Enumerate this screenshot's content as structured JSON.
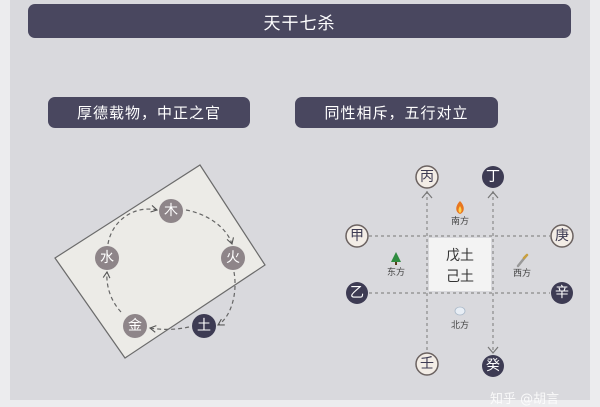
{
  "title": "天干七杀",
  "left_section": {
    "heading": "厚德载物，中正之官",
    "cycle": [
      {
        "label": "木",
        "style": "gray"
      },
      {
        "label": "火",
        "style": "gray"
      },
      {
        "label": "土",
        "style": "dark"
      },
      {
        "label": "金",
        "style": "gray"
      },
      {
        "label": "水",
        "style": "gray"
      }
    ]
  },
  "right_section": {
    "heading": "同性相斥，五行对立",
    "stems": {
      "bing": {
        "label": "丙",
        "style": "light"
      },
      "ding": {
        "label": "丁",
        "style": "dark"
      },
      "jia": {
        "label": "甲",
        "style": "light"
      },
      "geng": {
        "label": "庚",
        "style": "light"
      },
      "yi": {
        "label": "乙",
        "style": "dark"
      },
      "xin": {
        "label": "辛",
        "style": "dark"
      },
      "ren": {
        "label": "壬",
        "style": "light"
      },
      "gui": {
        "label": "癸",
        "style": "dark"
      }
    },
    "center": {
      "line1": "戊土",
      "line2": "己土"
    },
    "directions": {
      "south": {
        "label": "南方",
        "icon": "fire-icon"
      },
      "east": {
        "label": "东方",
        "icon": "tree-icon"
      },
      "west": {
        "label": "西方",
        "icon": "metal-icon"
      },
      "north": {
        "label": "北方",
        "icon": "water-icon"
      }
    }
  },
  "watermark": "知乎 @胡言",
  "colors": {
    "dark": "#3d3b53",
    "gray": "#8e8589",
    "light": "#f3ede6",
    "bar": "#49475f"
  }
}
